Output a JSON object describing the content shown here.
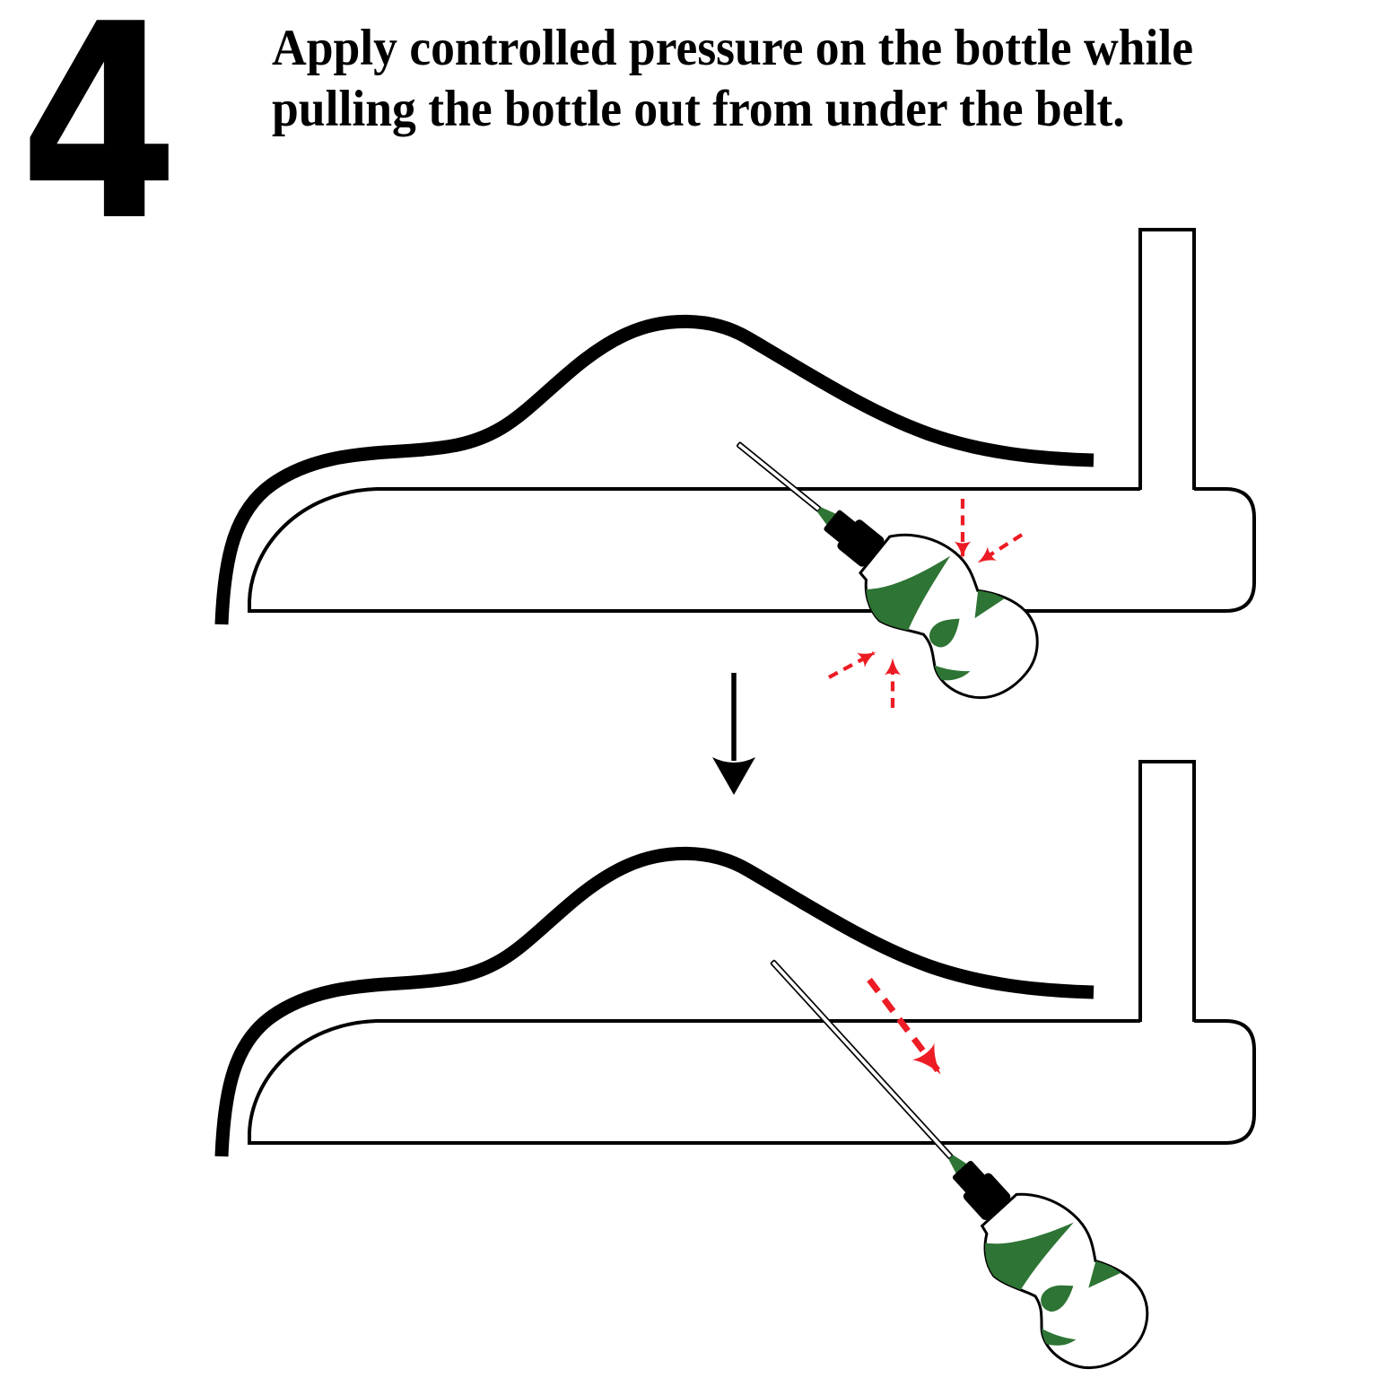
{
  "header": {
    "step_number": "4",
    "caption_line1": "Apply controlled pressure on the bottle while",
    "caption_line2": "pulling the bottle out from under the belt."
  },
  "colors": {
    "ink": "#000000",
    "paper": "#ffffff",
    "arrow_red": "#ed1c24",
    "bottle_green": "#2e7434"
  },
  "icons": {
    "down_arrow": "black-solid-down-arrow",
    "pressure_arrows": "red-dashed-squeeze-arrows",
    "pull_arrow": "red-dashed-pull-arrow",
    "needle": "bottle-needle-spout",
    "bottle": "lube-bottle-with-green-swoosh"
  }
}
